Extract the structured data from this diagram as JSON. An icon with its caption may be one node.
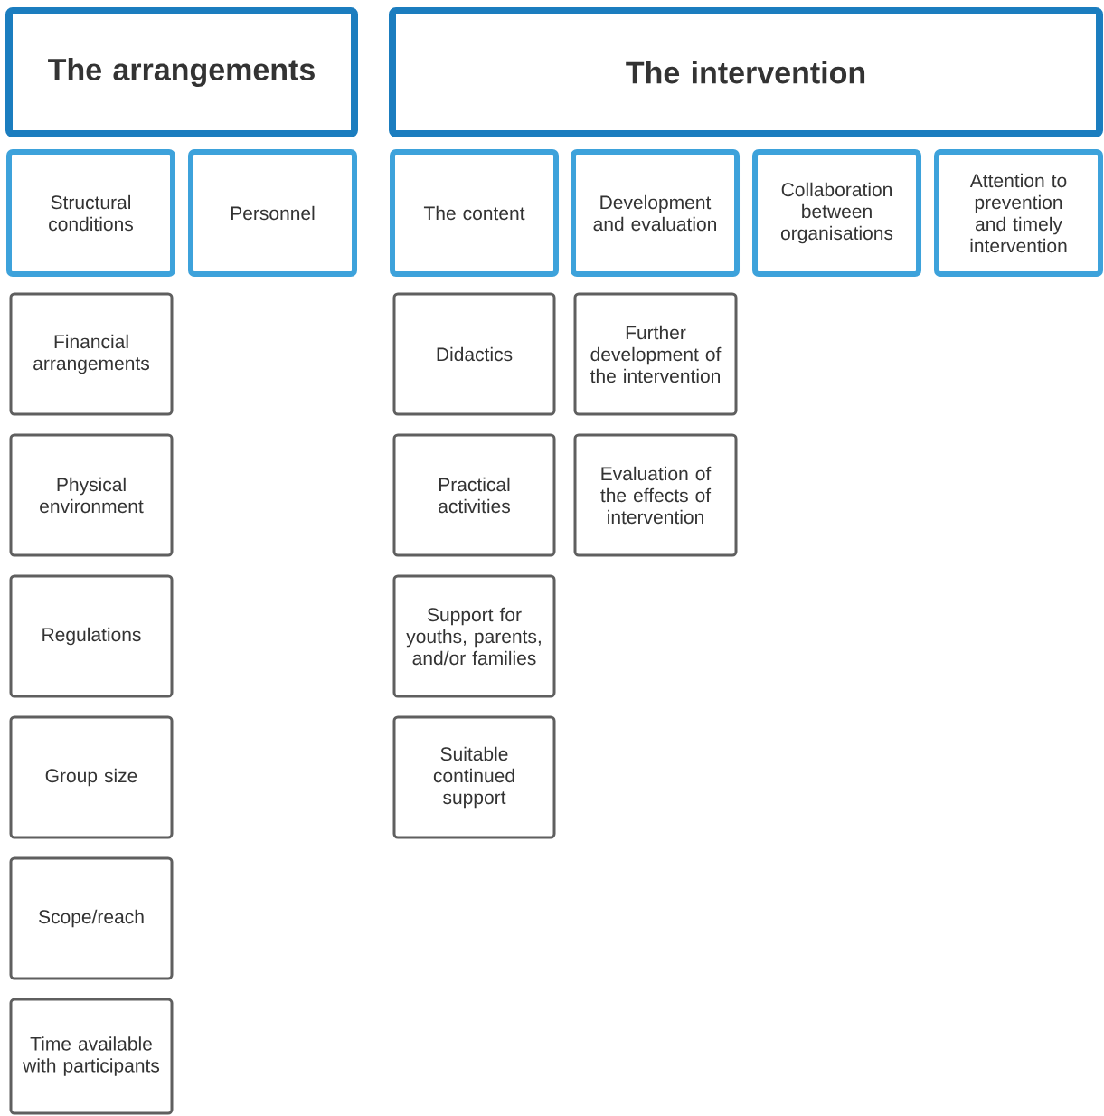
{
  "diagram": {
    "nodes": [
      {
        "text": [
          "The arrangements"
        ]
      },
      {
        "text": [
          "The intervention"
        ]
      },
      {
        "text": [
          "Structural conditions"
        ]
      },
      {
        "text": [
          "Personnel"
        ]
      },
      {
        "text": [
          "The content"
        ]
      },
      {
        "text": [
          "Development and evaluation"
        ]
      },
      {
        "text": [
          "Collaboration between organisations"
        ]
      },
      {
        "text": [
          "Attention to prevention and timely intervention"
        ]
      },
      {
        "text": [
          "Financial arrangements"
        ]
      },
      {
        "text": [
          "Physical environment"
        ]
      },
      {
        "text": [
          "Regulations"
        ]
      },
      {
        "text": [
          "Group size"
        ]
      },
      {
        "text": [
          "Scope/reach"
        ]
      },
      {
        "text": [
          "Time available with participants"
        ]
      },
      {
        "text": [
          "Didactics"
        ]
      },
      {
        "text": [
          "Practical activities"
        ]
      },
      {
        "text": [
          "Support for youths, parents, and/or families"
        ]
      },
      {
        "text": [
          "Suitable continued support"
        ]
      },
      {
        "text": [
          "Further development of the intervention"
        ]
      },
      {
        "text": [
          "Evaluation of the effects of intervention"
        ]
      }
    ]
  }
}
